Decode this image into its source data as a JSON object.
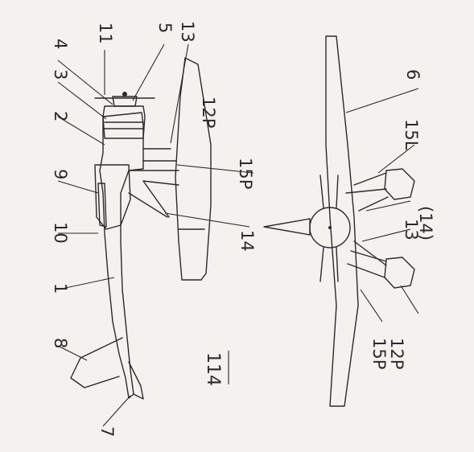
{
  "figure": {
    "number": "114",
    "description_labels": {
      "side_view": [
        "1",
        "2",
        "3",
        "4",
        "5",
        "7",
        "8",
        "9",
        "10",
        "11",
        "12P",
        "13",
        "14",
        "15P"
      ],
      "front_view": [
        "6",
        "15L",
        "13",
        "(14)",
        "15P",
        "12P"
      ]
    }
  },
  "labels": {
    "l1": "1",
    "l2": "2",
    "l3": "3",
    "l4": "4",
    "l5": "5",
    "l6": "6",
    "l7": "7",
    "l8": "8",
    "l9": "9",
    "l10": "10",
    "l11": "11",
    "l12p_side": "12P",
    "l13_side": "13",
    "l14_side": "14",
    "l15p_side": "15P",
    "l15l_front": "15L",
    "l13_front": "13",
    "l14_front": "(14)",
    "l15p_front": "15P",
    "l12p_front": "12P"
  }
}
